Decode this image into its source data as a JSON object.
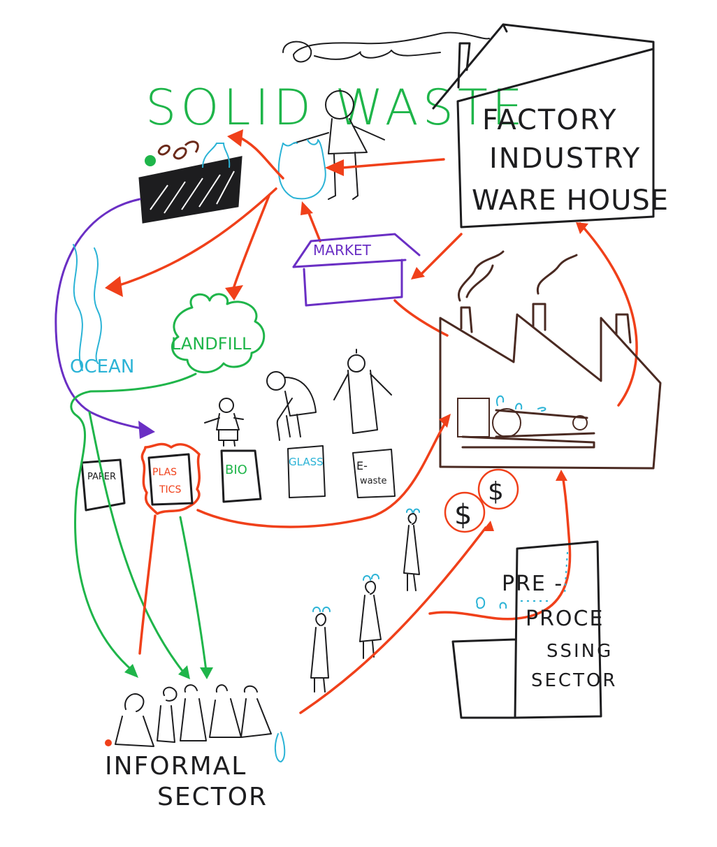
{
  "title": "SOLID WASTE",
  "colors": {
    "ink": "#1d1d1f",
    "red": "#f0401a",
    "green": "#1fb54a",
    "purple": "#6a2fc4",
    "cyan": "#2bb3d6",
    "brown": "#4a2a22"
  },
  "nodes": {
    "factory_warehouse": {
      "lines": [
        "FACTORY",
        "INDUSTRY",
        "WARE HOUSE"
      ]
    },
    "market": {
      "label": "MARKET"
    },
    "ocean": {
      "label": "OCEAN"
    },
    "landfill": {
      "label": "LANDFILL"
    },
    "pre_processing": {
      "lines": [
        "PRE -",
        "PROCE",
        "SSING",
        "SECTOR"
      ]
    },
    "informal_sector": {
      "lines": [
        "INFORMAL",
        "SECTOR"
      ]
    },
    "money": {
      "symbol": "$"
    }
  },
  "bins": [
    {
      "label": "PAPER",
      "color": "ink"
    },
    {
      "label_lines": [
        "PLAS",
        "TICS"
      ],
      "color": "red"
    },
    {
      "label": "BIO",
      "color": "green"
    },
    {
      "label": "GLASS",
      "color": "cyan"
    },
    {
      "label_lines": [
        "E-",
        "waste"
      ],
      "color": "ink"
    }
  ],
  "icons": {
    "person": "person-icon",
    "bag": "plastic-bag-icon",
    "trash_bin": "trash-bin-icon",
    "factory": "factory-icon",
    "coin": "dollar-coin-icon"
  }
}
